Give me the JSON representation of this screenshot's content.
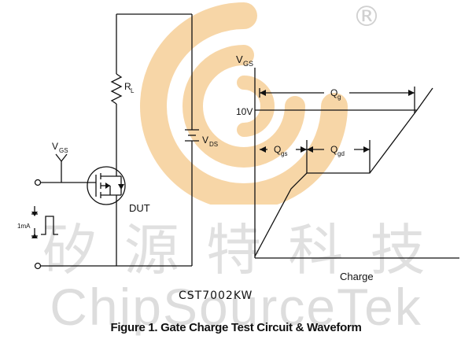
{
  "watermark": {
    "brand_en": "ChipSourceTek",
    "brand_cn": "矽 源 特 科 技",
    "registered_mark": "®",
    "logo": "chipsourcetek-swirl-logo"
  },
  "circuit": {
    "vgs_label": "V",
    "vgs_sub": "GS",
    "rl_label": "R",
    "rl_sub": "L",
    "vds_label": "V",
    "vds_sub": "DS",
    "dut_label": "DUT",
    "current_label": "1mA"
  },
  "waveform": {
    "y_label": "V",
    "y_sub": "GS",
    "level_label": "10V",
    "qg_label": "Q",
    "qg_sub": "g",
    "qgs_label": "Q",
    "qgs_sub": "gs",
    "qgd_label": "Q",
    "qgd_sub": "gd",
    "x_label": "Charge"
  },
  "part_number": "CST7002KW",
  "caption": "Figure 1. Gate Charge Test Circuit & Waveform",
  "colors": {
    "watermark_orange": "#f5c98a",
    "watermark_gray": "#d0d0d0",
    "line": "#111111"
  }
}
